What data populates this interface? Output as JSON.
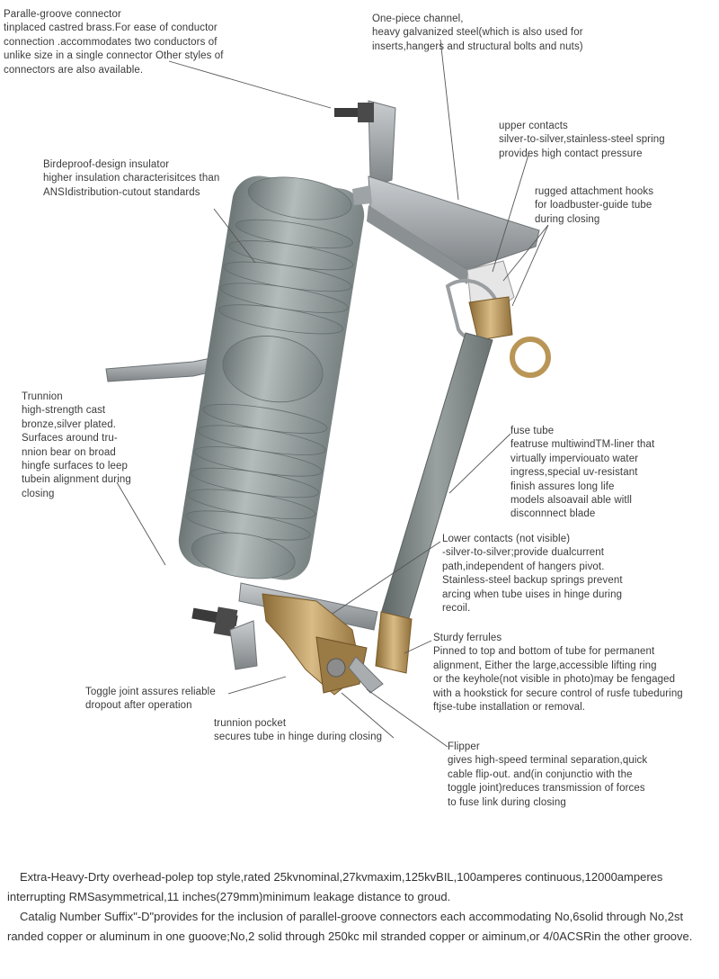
{
  "callouts": {
    "connector": "Paralle-groove connector\ntinplaced castred brass.For ease of conductor\nconnection .accommodates two conductors of\nunlike size in a single connector Other styles of\nconnectors are also available.",
    "channel": "One-piece channel,\nheavy galvanized steel(which is also used for\ninserts,hangers and structural bolts and nuts)",
    "upper_contacts": "upper contacts\nsilver-to-silver,stainless-steel spring\nprovides high contact pressure",
    "insulator": "Birdeproof-design insulator\nhigher insulation characterisitces than\nANSIdistribution-cutout standards",
    "hooks": "rugged attachment hooks\nfor loadbuster-guide tube\nduring closing",
    "trunnion": "Trunnion\nhigh-strength cast\nbronze,silver plated.\nSurfaces around tru-\nnnion bear on broad\nhingfe surfaces to leep\ntubein alignment during\nclosing",
    "fuse_tube": "fuse tube\nfeatruse multiwindTM-liner that\nvirtually imperviouato water\ningress,special uv-resistant\nfinish assures long life\nmodels alsoavail able witll\ndisconnnect blade",
    "lower_contacts": "Lower contacts (not visible)\n-silver-to-silver;provide dualcurrent\npath,independent of hangers pivot.\nStainless-steel backup springs prevent\narcing when tube uises in hinge during\nrecoil.",
    "ferrules": "Sturdy ferrules\n  Pinned to top and bottom of tube for permanent\nalignment, Either the large,accessible lifting ring\nor the keyhole(not visible in photo)may be fengaged\nwith a hookstick for secure control of rusfe tubeduring\nftjse-tube installation or removal.",
    "toggle": "Toggle joint assures reliable\ndropout after operation",
    "pocket": "trunnion pocket\nsecures tube in hinge during closing",
    "flipper": "Flipper\ngives high-speed terminal separation,quick\ncable flip-out. and(in conjunctio with the\ntoggle joint)reduces transmission of forces\nto fuse link during closing"
  },
  "description": {
    "p1": "Extra-Heavy-Drty overhead-polep top style,rated 25kvnominal,27kvmaxim,125kvBIL,100amperes continuous,12000amperes interrupting RMSasymmetrical,11 inches(279mm)minimum leakage distance to groud.",
    "p2": "Catalig Number Suffix\"-D\"provides for the inclusion of parallel-groove connectors each accommodating No,6solid through No,2st randed copper or aluminum in one guoove;No,2 solid through 250kc mil stranded copper or aiminum,or 4/0ACSRin the other groove."
  },
  "colors": {
    "porcelain": "#9aa3a3",
    "porcelain_dark": "#6f7878",
    "brass": "#b8955a",
    "tube": "#7d8585",
    "steel": "#a6aaad",
    "leader": "#555555"
  }
}
